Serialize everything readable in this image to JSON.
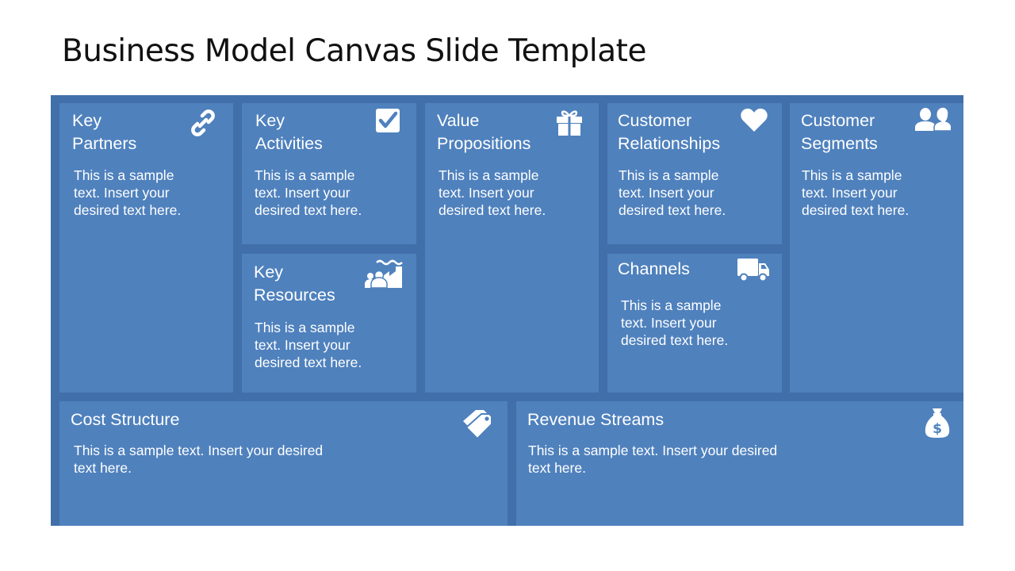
{
  "slide": {
    "title": "Business Model Canvas Slide Template"
  },
  "colors": {
    "frame": "#416FA9",
    "cell": "#4F81BD",
    "text": "#FFFFFF"
  },
  "blocks": {
    "key_partners": {
      "title": "Key\nPartners",
      "icon": "link-icon",
      "text": "This is a sample text. Insert your desired text here."
    },
    "key_activities": {
      "title": "Key\nActivities",
      "icon": "checkbox-icon",
      "text": "This is a sample text. Insert your desired text here."
    },
    "key_resources": {
      "title": "Key\nResources",
      "icon": "people-factory-icon",
      "text": "This is a sample text. Insert your desired text here."
    },
    "value_propositions": {
      "title": "Value\nPropositions",
      "icon": "gift-icon",
      "text": "This is a sample text. Insert your desired text here."
    },
    "customer_relationships": {
      "title": "Customer\nRelationships",
      "icon": "heart-icon",
      "text": "This is a sample text. Insert your desired text here."
    },
    "channels": {
      "title": "Channels",
      "icon": "truck-icon",
      "text": "This is a sample text. Insert your desired text here."
    },
    "customer_segments": {
      "title": "Customer\nSegments",
      "icon": "users-icon",
      "text": "This is a sample text. Insert your desired text here."
    },
    "cost_structure": {
      "title": "Cost Structure",
      "icon": "price-tags-icon",
      "text": "This is a sample text. Insert your desired text here."
    },
    "revenue_streams": {
      "title": "Revenue Streams",
      "icon": "money-bag-icon",
      "text": "This is a sample text. Insert your desired text here."
    }
  }
}
